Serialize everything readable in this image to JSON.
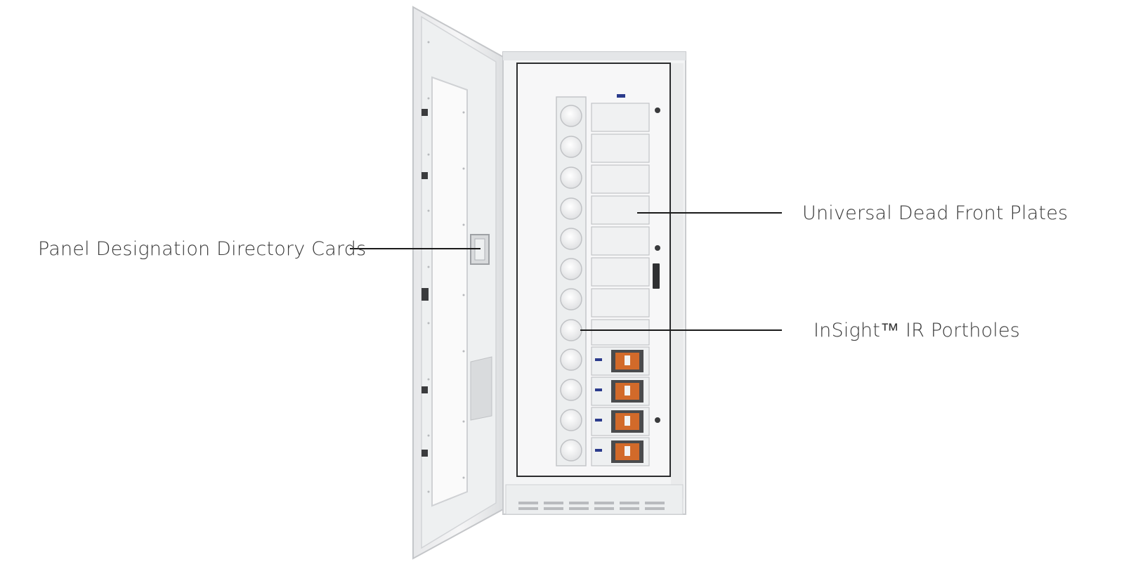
{
  "callouts": {
    "directory_cards": "Panel Designation Directory Cards",
    "dead_front_plates": "Universal Dead Front Plates",
    "ir_portholes": "InSight™ IR Portholes"
  },
  "colors": {
    "background": "#ffffff",
    "cabinet": "#f1f2f3",
    "cabinet_edge": "#c9cbce",
    "leader_line": "#1a1a1a",
    "label_text": "#3a3a3a",
    "breaker_orange": "#d26a2a",
    "badge_blue": "#2b3b8c"
  }
}
